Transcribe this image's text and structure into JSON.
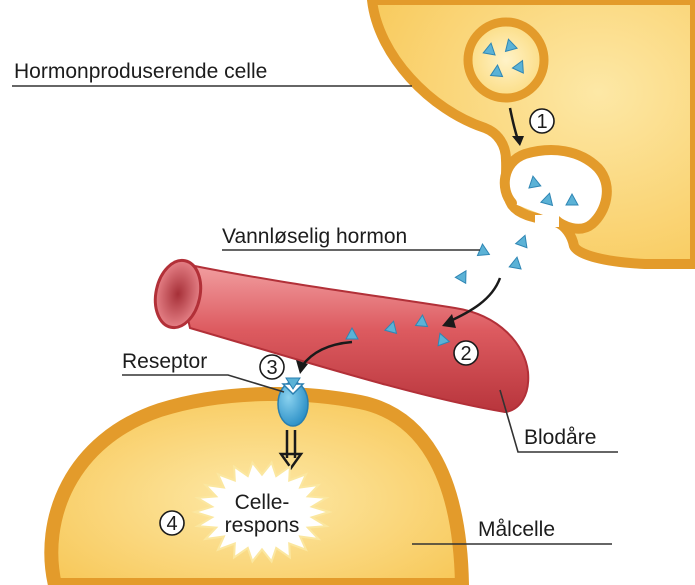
{
  "labels": {
    "producing_cell": "Hormonproduserende celle",
    "hormone": "Vannløselig hormon",
    "receptor": "Reseptor",
    "blood_vessel": "Blodåre",
    "target_cell": "Målcelle",
    "response_line1": "Celle-",
    "response_line2": "respons"
  },
  "steps": [
    "1",
    "2",
    "3",
    "4"
  ],
  "colors": {
    "cell_fill": "#fbd56c",
    "cell_membrane": "#e19a2a",
    "vessel": "#d94a4f",
    "hormone": "#5bb2d6",
    "receptor": "#3aa0d6"
  }
}
